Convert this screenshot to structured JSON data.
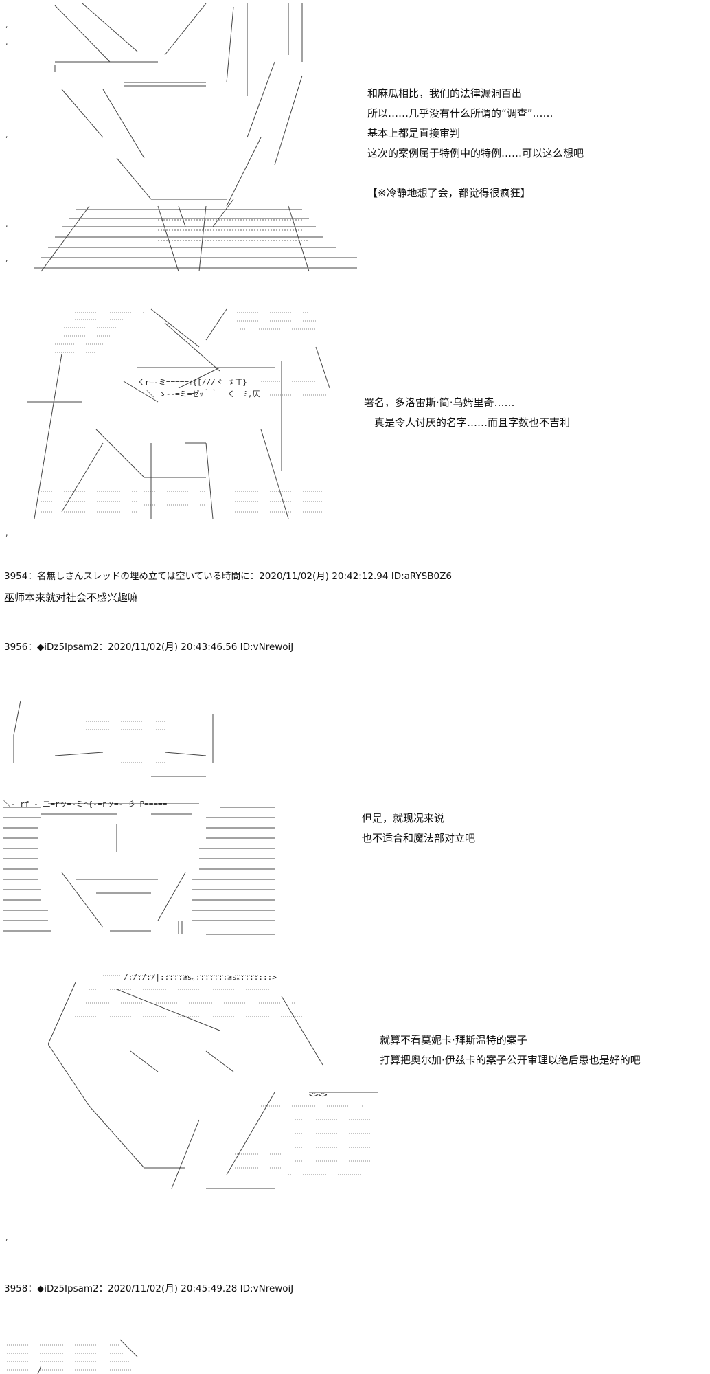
{
  "panel1": {
    "lines": [
      "和麻瓜相比，我们的法律漏洞百出",
      "所以……几乎没有什么所谓的“调查”……",
      " 基本上都是直接审判",
      "这次的案例属于特例中的特例……可以这么想吧",
      "",
      "【※冷静地想了会，都觉得很疯狂】"
    ]
  },
  "panel2": {
    "lines": [
      "署名，多洛雷斯·简·乌姆里奇……",
      "　真是令人讨厌的名字……而且字数也不吉利"
    ]
  },
  "post3954": {
    "header": "3954：名無しさんスレッドの埋め立ては空いている時間に：2020/11/02(月) 20:42:12.94 ID:aRYSB0Z6",
    "body": "巫师本来就对社会不感兴趣嘛"
  },
  "post3956": {
    "header": "3956：◆iDz5Ipsam2：2020/11/02(月) 20:43:46.56 ID:vNrewoiJ"
  },
  "panel3": {
    "lines": [
      "但是，就现况来说",
      "也不适合和魔法部对立吧"
    ]
  },
  "panel4": {
    "lines": [
      "就算不看莫妮卡·拜斯温特的案子",
      " 打算把奥尔加·伊兹卡的案子公开审理以绝后患也是好的吧"
    ]
  },
  "post3958": {
    "header": "3958：◆iDz5Ipsam2：2020/11/02(月) 20:45:49.28 ID:vNrewoiJ"
  }
}
